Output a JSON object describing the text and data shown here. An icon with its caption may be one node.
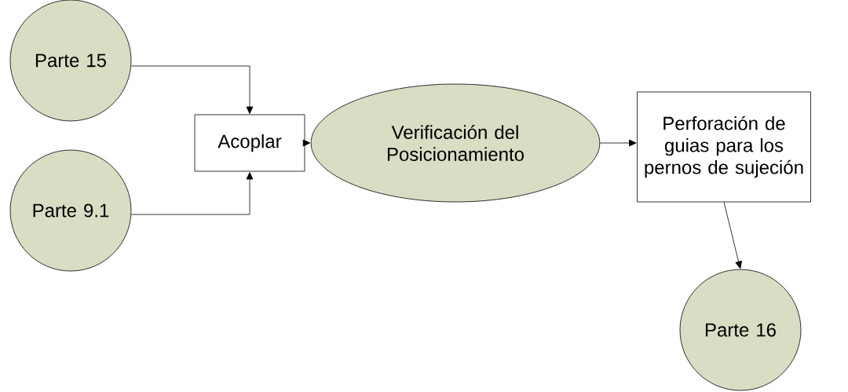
{
  "diagram": {
    "nodes": [
      {
        "text": [
          "Parte 15"
        ]
      },
      {
        "text": [
          "Parte 9.1"
        ]
      },
      {
        "text": [
          "Acoplar"
        ]
      },
      {
        "text": [
          "Verificación del Posicionamiento"
        ]
      },
      {
        "text": [
          "Perforación de guias para los pernos de sujeción"
        ]
      },
      {
        "text": [
          "Parte 16"
        ]
      }
    ],
    "edges": [
      {
        "from": 0,
        "to": 2,
        "arrow": "to"
      },
      {
        "from": 1,
        "to": 2,
        "arrow": "to"
      },
      {
        "from": 2,
        "to": 3,
        "arrow": "to"
      },
      {
        "from": 3,
        "to": 4,
        "arrow": "to"
      },
      {
        "from": 4,
        "to": 5,
        "arrow": "to"
      }
    ]
  }
}
